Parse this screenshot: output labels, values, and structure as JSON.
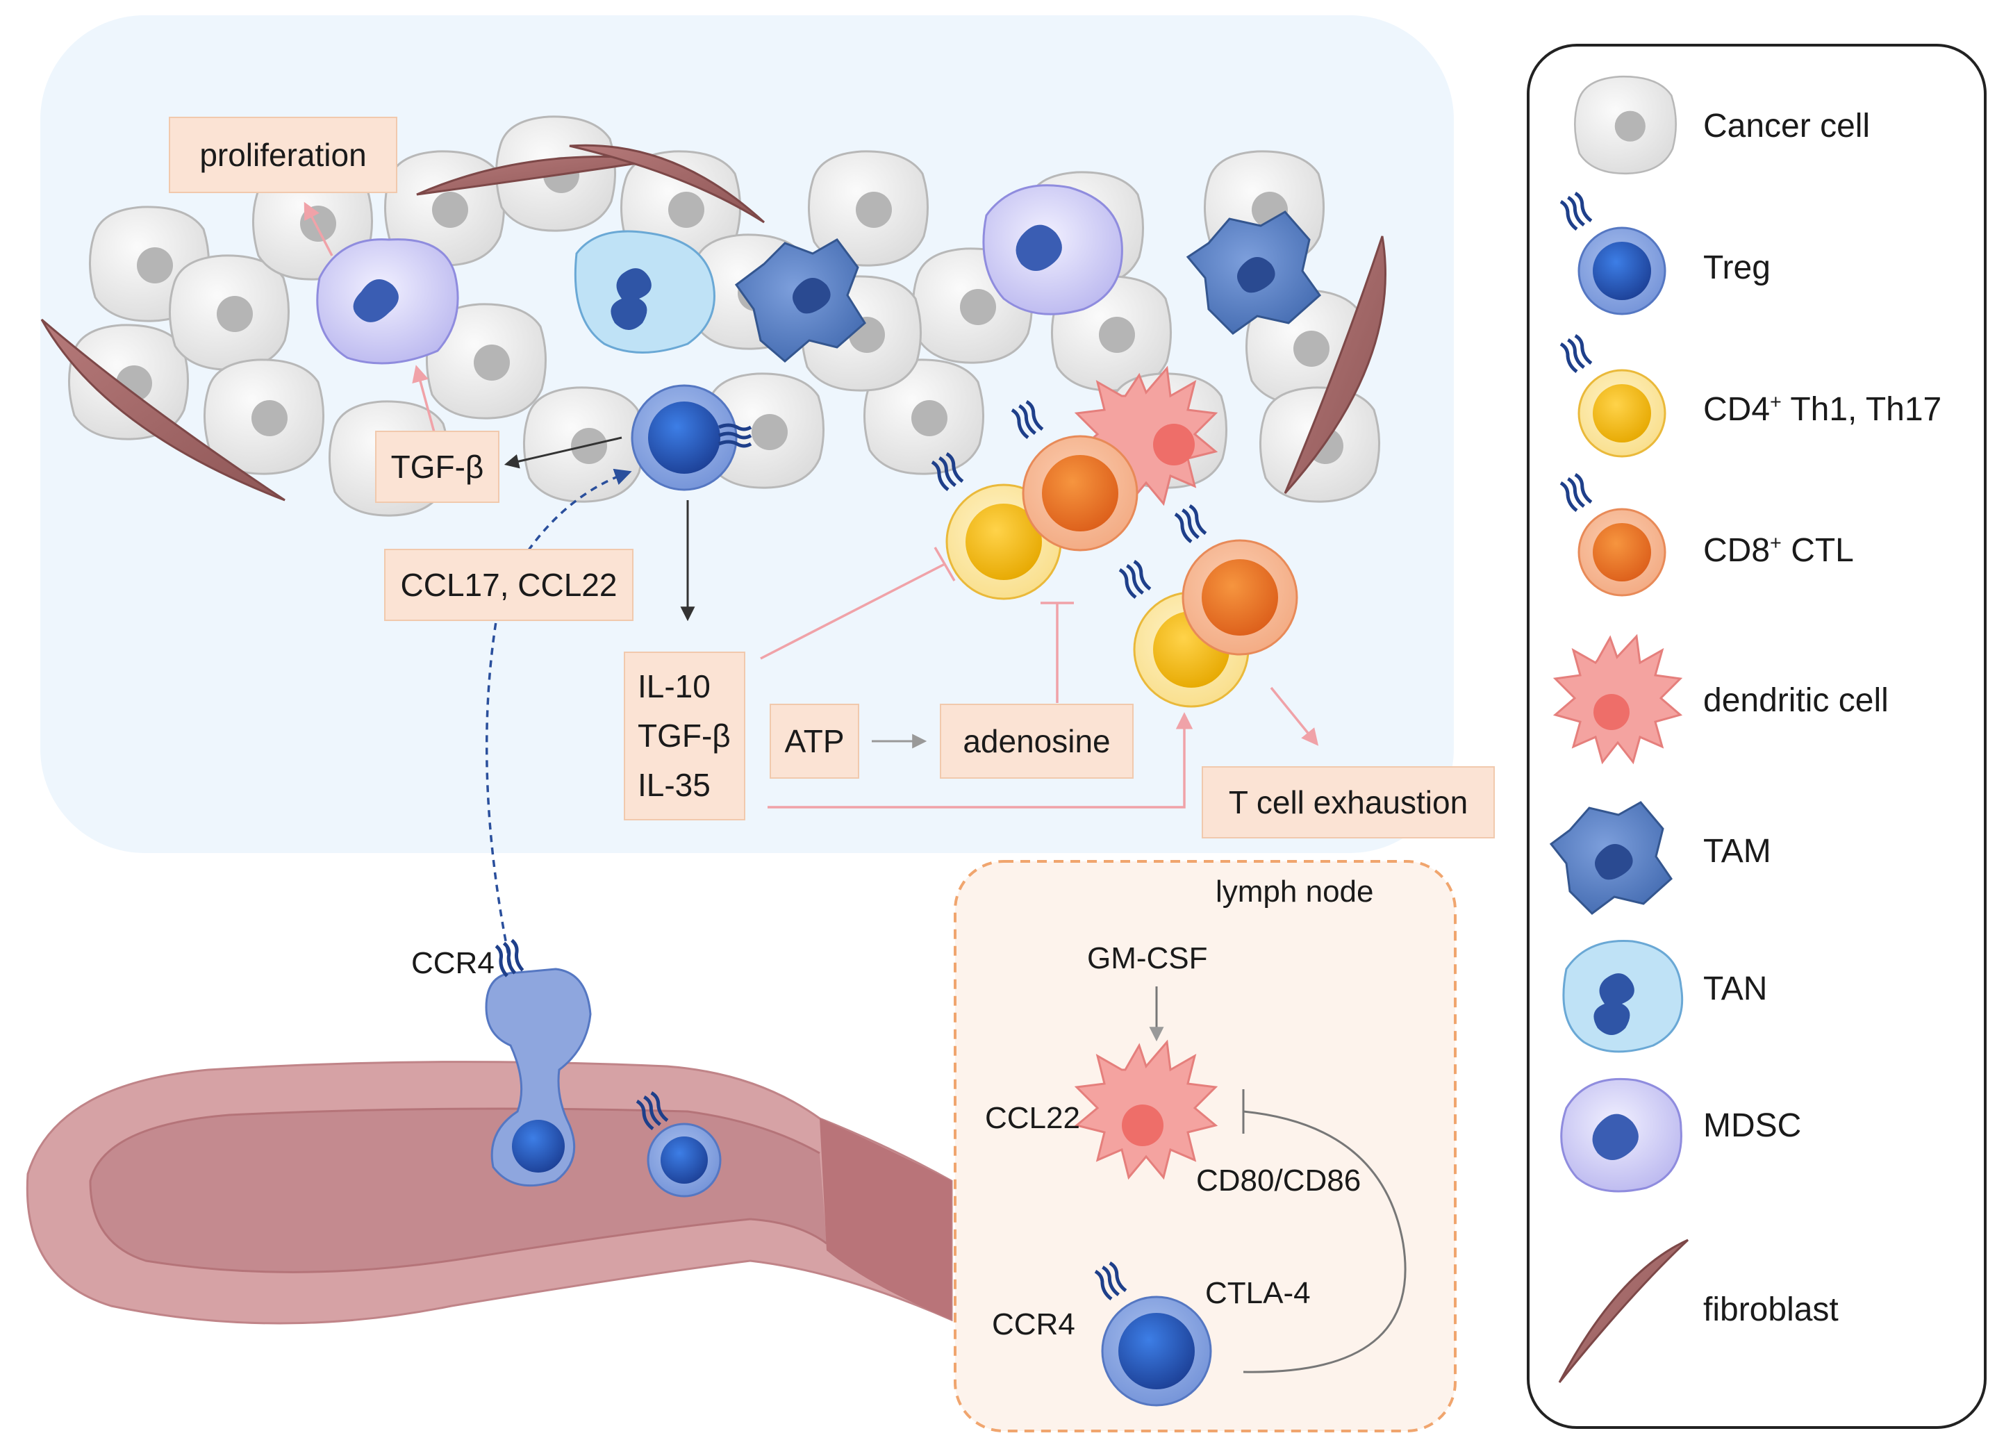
{
  "labels": {
    "proliferation": "proliferation",
    "tgfb_top": "TGF-β",
    "ccl17_ccl22": "CCL17, CCL22",
    "il10": "IL-10",
    "tgfb_mid": "TGF-β",
    "il35": "IL-35",
    "atp": "ATP",
    "adenosine": "adenosine",
    "t_cell_exhaustion": "T cell exhaustion",
    "ccr4_vessel": "CCR4",
    "lymph_node": "lymph node",
    "gm_csf": "GM-CSF",
    "ccl22_ln": "CCL22",
    "cd80_cd86": "CD80/CD86",
    "ctla4": "CTLA-4",
    "ccr4_ln": "CCR4"
  },
  "legend": {
    "items": [
      {
        "label": "Cancer cell",
        "icon": "cancer-cell-icon"
      },
      {
        "label": "Treg",
        "icon": "treg-icon"
      },
      {
        "label_main": "CD4",
        "label_sup": "+",
        "label_rest": " Th1, Th17",
        "icon": "cd4-t-cell-icon"
      },
      {
        "label_main": "CD8",
        "label_sup": "+",
        "label_rest": " CTL",
        "icon": "cd8-ctl-icon"
      },
      {
        "label": "dendritic cell",
        "icon": "dendritic-cell-icon"
      },
      {
        "label": "TAM",
        "icon": "tam-icon"
      },
      {
        "label": "TAN",
        "icon": "tan-icon"
      },
      {
        "label": "MDSC",
        "icon": "mdsc-icon"
      },
      {
        "label": "fibroblast",
        "icon": "fibroblast-icon"
      }
    ]
  },
  "colors": {
    "tumor_bg": "#eef6fd",
    "cancer_cell": "#ececec",
    "treg": "#3f6fcc",
    "cd4": "#f6c21a",
    "cd8": "#ee7a33",
    "dendritic": "#f4a3a0",
    "tam": "#5a84c4",
    "tan": "#bfe2f6",
    "mdsc": "#c9c7f4",
    "fibroblast": "#a56a6a",
    "vessel": "#c98c8f",
    "label_box": "#fbe3d4",
    "inhibit_line": "#f0a2a8",
    "lymph_node_bg": "#fdf3ec",
    "lymph_node_border": "#f0a56e"
  }
}
